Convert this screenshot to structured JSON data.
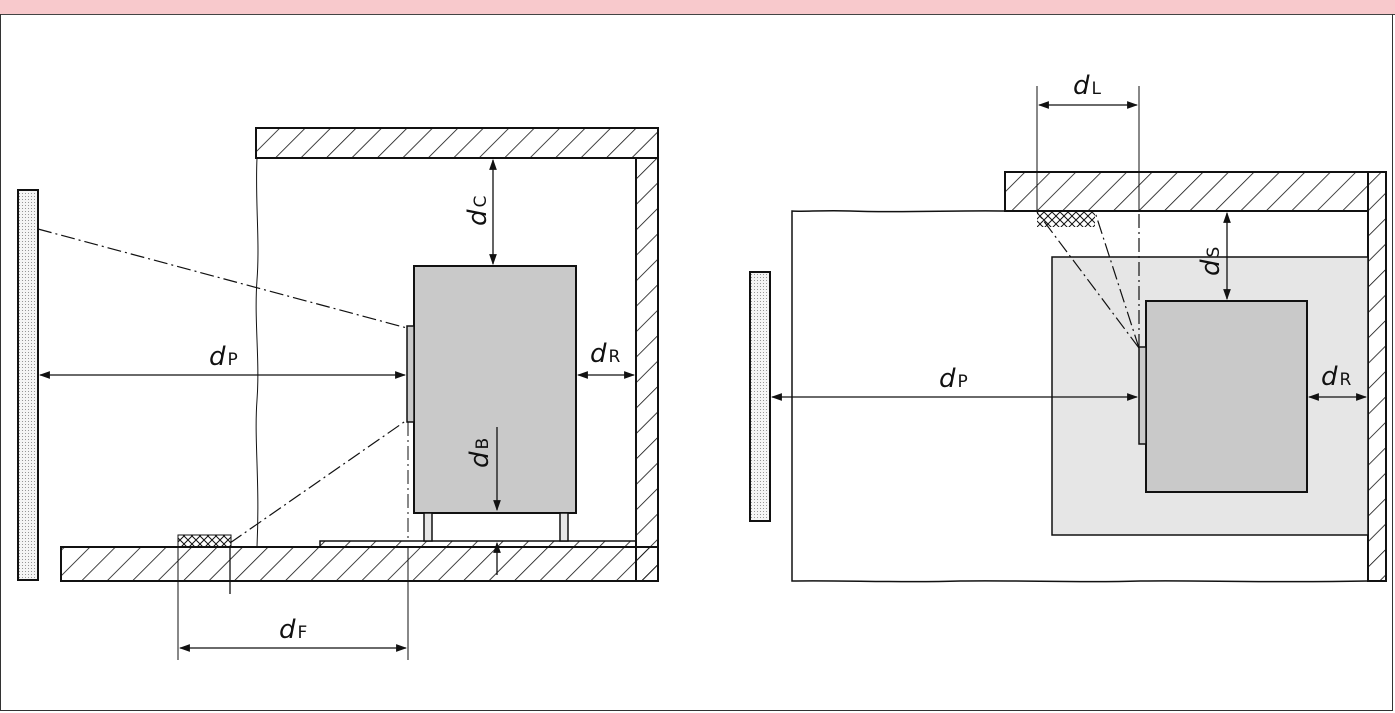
{
  "colors": {
    "header": "#f8c9cc",
    "device_dark": "#c9c9c9",
    "device_light": "#e6e6e6",
    "line": "#111111",
    "screen_fill": "#f2f2f2"
  },
  "figure_left": {
    "labels": {
      "dP": {
        "main": "d",
        "sub": "P"
      },
      "dC": {
        "main": "d",
        "sub": "C"
      },
      "dR": {
        "main": "d",
        "sub": "R"
      },
      "dB": {
        "main": "d",
        "sub": "B"
      },
      "dF": {
        "main": "d",
        "sub": "F"
      }
    }
  },
  "figure_right": {
    "labels": {
      "dL": {
        "main": "d",
        "sub": "L"
      },
      "dS": {
        "main": "d",
        "sub": "S"
      },
      "dP": {
        "main": "d",
        "sub": "P"
      },
      "dR": {
        "main": "d",
        "sub": "R"
      }
    }
  },
  "icons": [
    "hatch-pattern",
    "crosshatch-pattern",
    "dot-pattern",
    "arrow-head"
  ]
}
